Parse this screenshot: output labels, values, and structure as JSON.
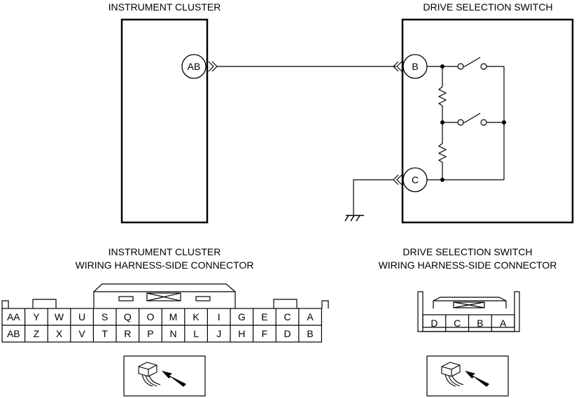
{
  "schematic": {
    "instrument_cluster_label": "INSTRUMENT CLUSTER",
    "drive_switch_label": "DRIVE SELECTION SWITCH",
    "cluster_terminal": "AB",
    "switch_terminal_b": "B",
    "switch_terminal_c": "C"
  },
  "connectors": {
    "cluster": {
      "title_line1": "INSTRUMENT CLUSTER",
      "title_line2": "WIRING HARNESS-SIDE CONNECTOR",
      "row1": [
        "AA",
        "Y",
        "W",
        "U",
        "S",
        "Q",
        "O",
        "M",
        "K",
        "I",
        "G",
        "E",
        "C",
        "A"
      ],
      "row2": [
        "AB",
        "Z",
        "X",
        "V",
        "T",
        "R",
        "P",
        "N",
        "L",
        "J",
        "H",
        "F",
        "D",
        "B"
      ]
    },
    "switch": {
      "title_line1": "DRIVE SELECTION SWITCH",
      "title_line2": "WIRING HARNESS-SIDE CONNECTOR",
      "pins": [
        "D",
        "C",
        "B",
        "A"
      ]
    }
  }
}
